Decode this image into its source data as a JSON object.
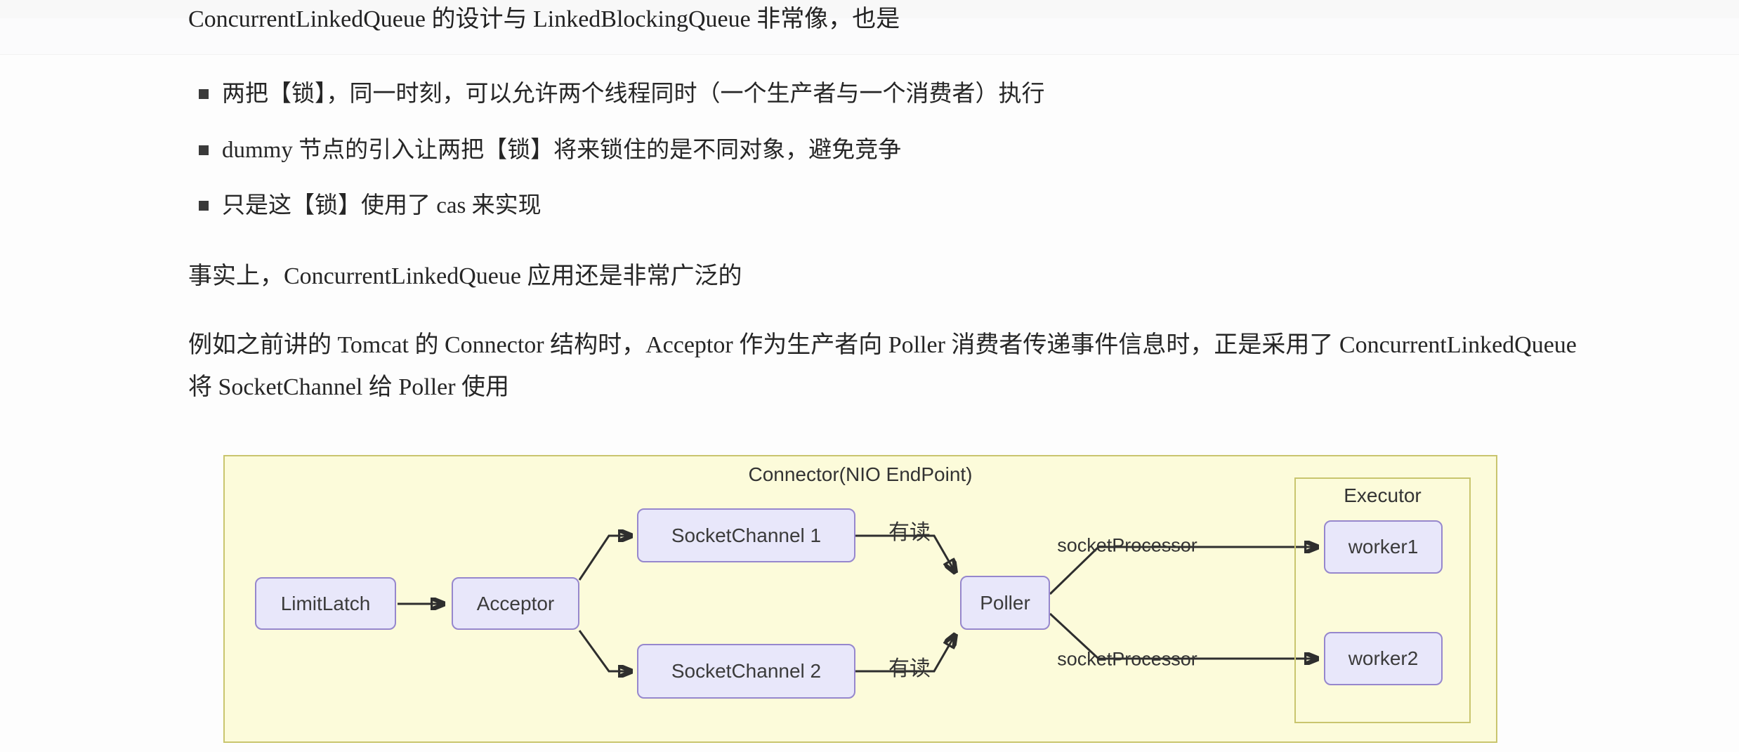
{
  "page": {
    "heading": "ConcurrentLinkedQueue 的设计与 LinkedBlockingQueue 非常像，也是",
    "bullets": [
      "两把【锁】，同一时刻，可以允许两个线程同时（一个生产者与一个消费者）执行",
      "dummy 节点的引入让两把【锁】将来锁住的是不同对象，避免竞争",
      "只是这【锁】使用了 cas 来实现"
    ],
    "paragraph1": "事实上，ConcurrentLinkedQueue 应用还是非常广泛的",
    "paragraph2": "例如之前讲的 Tomcat 的 Connector 结构时，Acceptor 作为生产者向 Poller 消费者传递事件信息时，正是采用了 ConcurrentLinkedQueue 将 SocketChannel 给 Poller 使用"
  },
  "diagram": {
    "title": "Connector(NIO EndPoint)",
    "executor_group_label": "Executor",
    "nodes": {
      "limitlatch": "LimitLatch",
      "acceptor": "Acceptor",
      "socketchannel1": "SocketChannel 1",
      "socketchannel2": "SocketChannel 2",
      "poller": "Poller",
      "worker1": "worker1",
      "worker2": "worker2"
    },
    "edge_labels": {
      "read_event_1": "有读",
      "read_event_2": "有读",
      "socket_processor_1": "socketProcessor",
      "socket_processor_2": "socketProcessor"
    },
    "colors": {
      "canvas_fill": "#fcfbda",
      "canvas_border": "#c9c56e",
      "node_fill": "#e8e7fa",
      "node_border": "#9687cd",
      "arrow": "#2e2e2e"
    }
  }
}
